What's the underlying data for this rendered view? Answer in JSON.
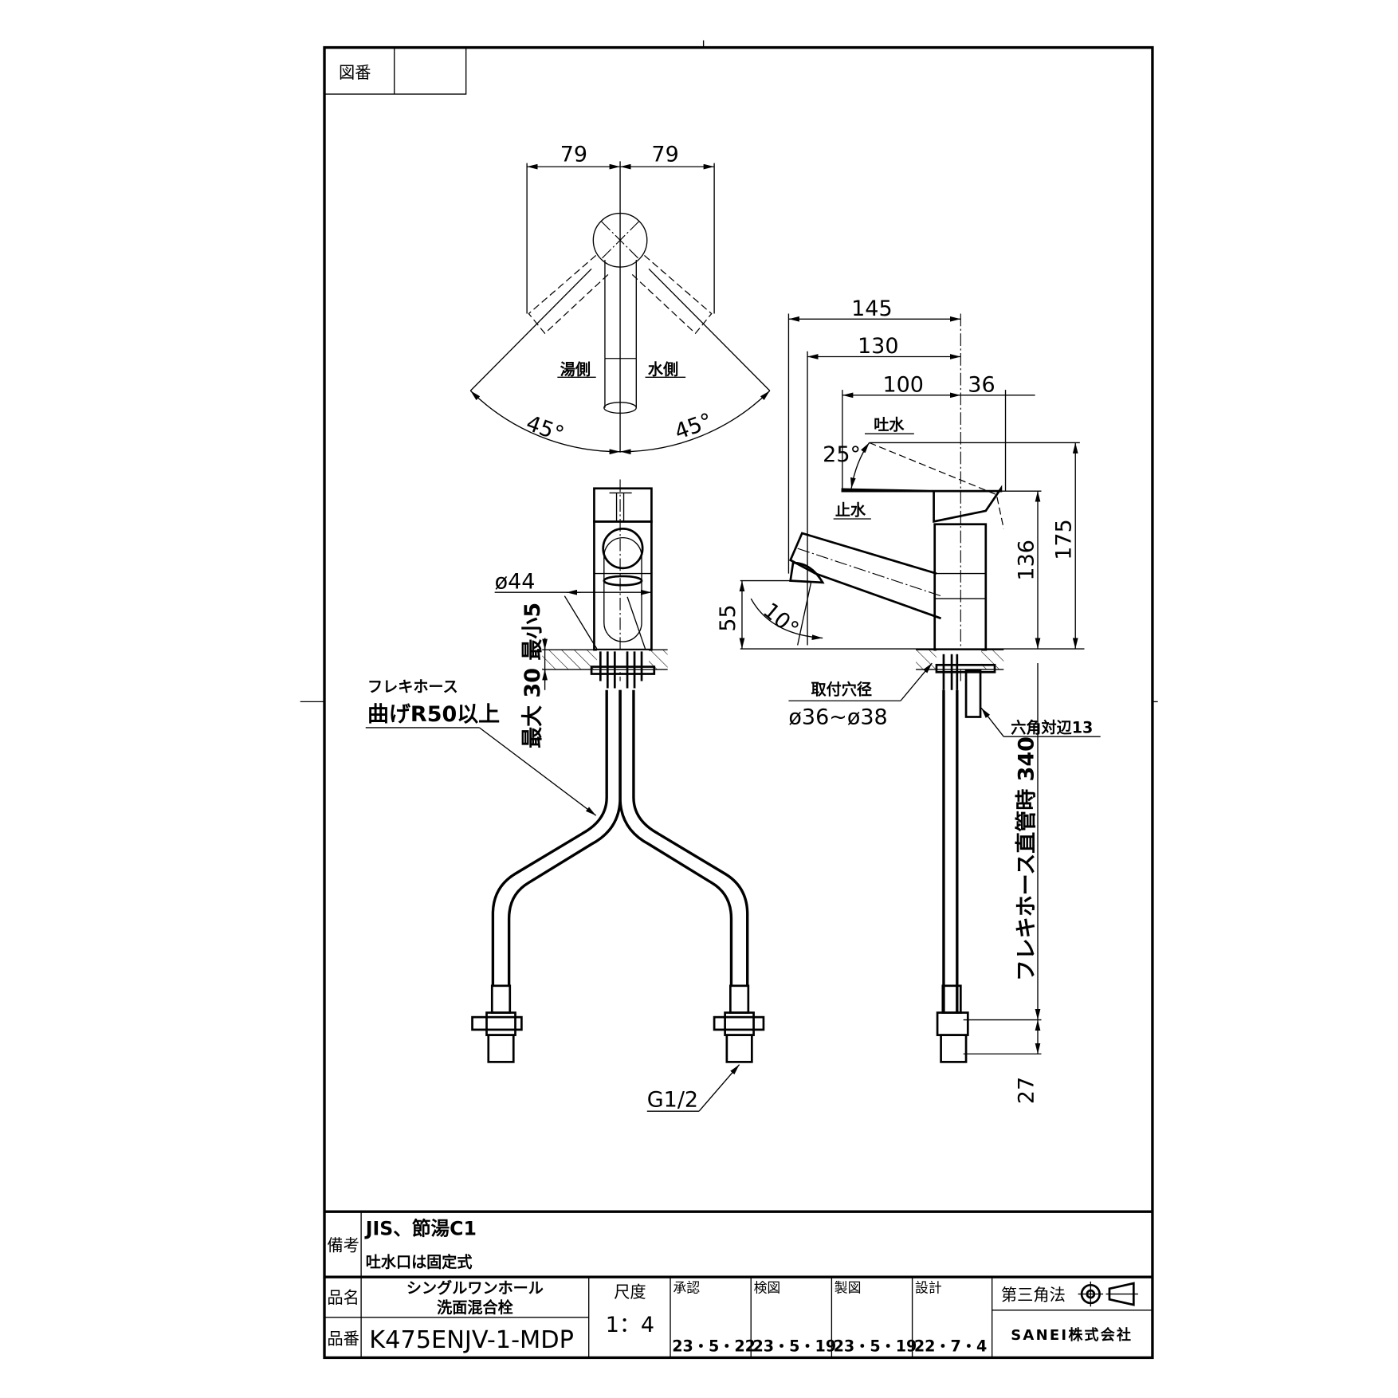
{
  "drawing_number_label": "図番",
  "top_view": {
    "dim_left": "79",
    "dim_right": "79",
    "hot_side": "湯側",
    "cold_side": "水側",
    "angle_left": "45°",
    "angle_right": "45°"
  },
  "front_view": {
    "diameter": "ø44",
    "deck_thickness": "最大 30 最小5",
    "hose_label": "フレキホース",
    "bend_radius": "曲げR50以上",
    "thread": "G1/2"
  },
  "side_view": {
    "dim_145": "145",
    "dim_130": "130",
    "dim_100": "100",
    "dim_36": "36",
    "water_on": "吐水",
    "water_off": "止水",
    "lever_angle": "25°",
    "dim_175": "175",
    "dim_136": "136",
    "dim_55": "55",
    "spout_angle": "10°",
    "hole_label": "取付穴径",
    "hole_size": "ø36~ø38",
    "hex_label": "六角対辺13",
    "hose_length": "フレキホース直管時 340",
    "dim_27": "27"
  },
  "title_block": {
    "notes_label": "備考",
    "notes": [
      "JIS、節湯C1",
      "吐水口は固定式"
    ],
    "name_label": "品名",
    "product_name": [
      "シングルワンホール",
      "洗面混合栓"
    ],
    "number_label": "品番",
    "product_number": "K475ENJV-1-MDP",
    "scale_label": "尺度",
    "scale": "1：4",
    "approvals": [
      {
        "label": "承認",
        "date": "23・5・22"
      },
      {
        "label": "検図",
        "date": "23・5・19"
      },
      {
        "label": "製図",
        "date": "23・5・19"
      },
      {
        "label": "設計",
        "date": "22・7・4"
      }
    ],
    "projection": "第三角法",
    "company": "SANEI株式会社"
  }
}
